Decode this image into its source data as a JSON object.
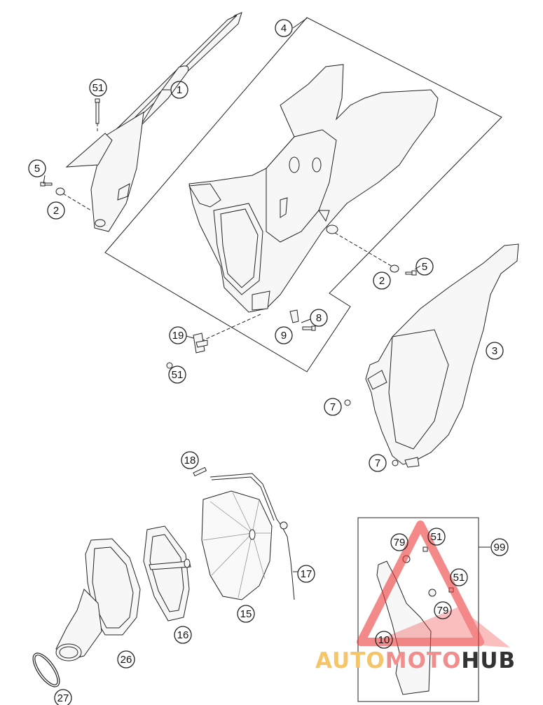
{
  "callouts": {
    "c1": "1",
    "c2a": "2",
    "c2b": "2",
    "c3": "3",
    "c4": "4",
    "c5a": "5",
    "c5b": "5",
    "c7a": "7",
    "c7b": "7",
    "c8": "8",
    "c9": "9",
    "c10": "10",
    "c15": "15",
    "c16": "16",
    "c17": "17",
    "c18": "18",
    "c19": "19",
    "c26": "26",
    "c27": "27",
    "c51a": "51",
    "c51b": "51",
    "c51c": "51",
    "c51d": "51",
    "c79a": "79",
    "c79b": "79",
    "c99": "99"
  },
  "watermark": {
    "part1": "AUTO",
    "part2": "MOTO",
    "part3": "HUB",
    "color1": "#f5c56a",
    "color2": "#f08d8d",
    "color3": "#333333"
  },
  "colors": {
    "line": "#222222",
    "part_fill": "#f7f7f7",
    "watermark_red": "#ee3b3b"
  }
}
